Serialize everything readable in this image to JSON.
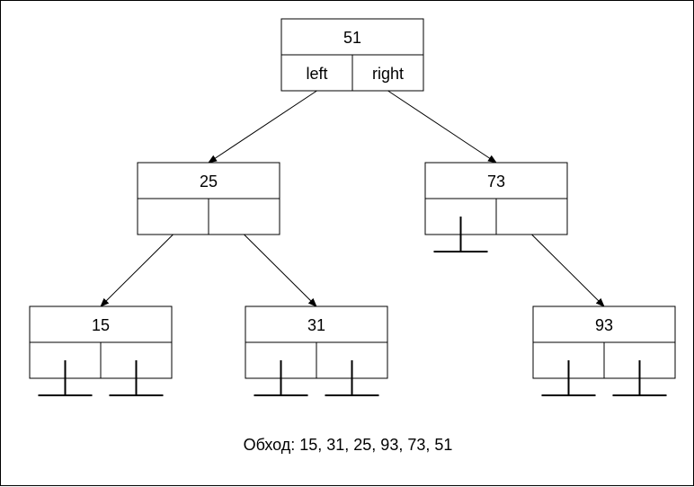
{
  "colors": {
    "stroke": "#000000",
    "background": "#ffffff"
  },
  "nodes": [
    {
      "id": "n51",
      "value": "51",
      "left": "left",
      "right": "right",
      "left_null": false,
      "right_null": false
    },
    {
      "id": "n25",
      "value": "25",
      "left": "",
      "right": "",
      "left_null": false,
      "right_null": false
    },
    {
      "id": "n73",
      "value": "73",
      "left": "",
      "right": "",
      "left_null": true,
      "right_null": false
    },
    {
      "id": "n15",
      "value": "15",
      "left": "",
      "right": "",
      "left_null": true,
      "right_null": true
    },
    {
      "id": "n31",
      "value": "31",
      "left": "",
      "right": "",
      "left_null": true,
      "right_null": true
    },
    {
      "id": "n93",
      "value": "93",
      "left": "",
      "right": "",
      "left_null": true,
      "right_null": true
    }
  ],
  "edges": [
    {
      "from": "n51",
      "side": "left",
      "to": "n25"
    },
    {
      "from": "n51",
      "side": "right",
      "to": "n73"
    },
    {
      "from": "n25",
      "side": "left",
      "to": "n15"
    },
    {
      "from": "n25",
      "side": "right",
      "to": "n31"
    },
    {
      "from": "n73",
      "side": "right",
      "to": "n93"
    }
  ],
  "caption": "Обход: 15, 31, 25, 93, 73, 51"
}
